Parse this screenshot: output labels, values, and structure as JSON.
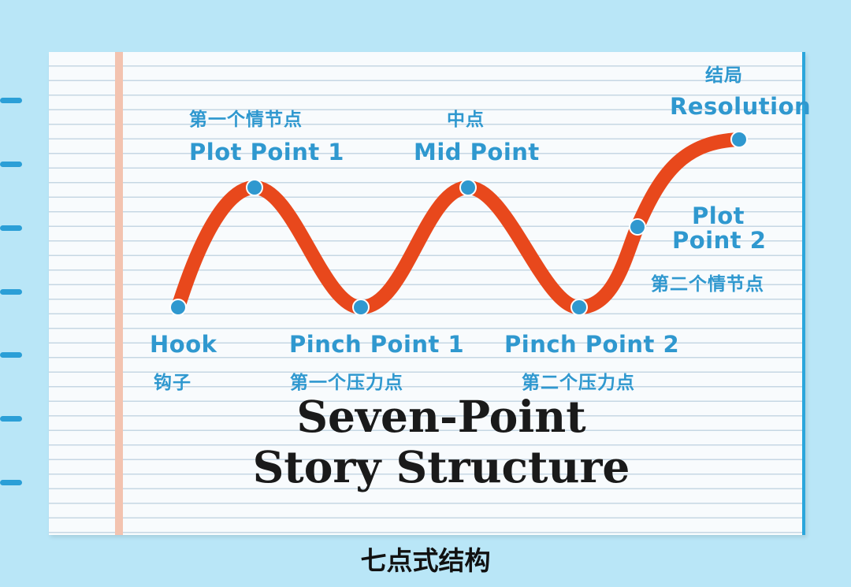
{
  "title_lines": [
    "Seven-Point",
    "Story Structure"
  ],
  "caption": "七点式结构",
  "points": [
    {
      "id": "hook",
      "en": "Hook",
      "zh": "钩子"
    },
    {
      "id": "plot-point-1",
      "en": "Plot Point 1",
      "zh": "第一个情节点"
    },
    {
      "id": "pinch-point-1",
      "en": "Pinch Point 1",
      "zh": "第一个压力点"
    },
    {
      "id": "mid-point",
      "en": "Mid Point",
      "zh": "中点"
    },
    {
      "id": "pinch-point-2",
      "en": "Pinch Point 2",
      "zh": "第二个压力点"
    },
    {
      "id": "plot-point-2",
      "en_lines": [
        "Plot",
        "Point 2"
      ],
      "zh": "第二个情节点"
    },
    {
      "id": "resolution",
      "en": "Resolution",
      "zh": "结局"
    }
  ],
  "colors": {
    "background": "#b9e6f7",
    "curve": "#e8481c",
    "node": "#2f98cf",
    "label": "#2f98cf"
  }
}
